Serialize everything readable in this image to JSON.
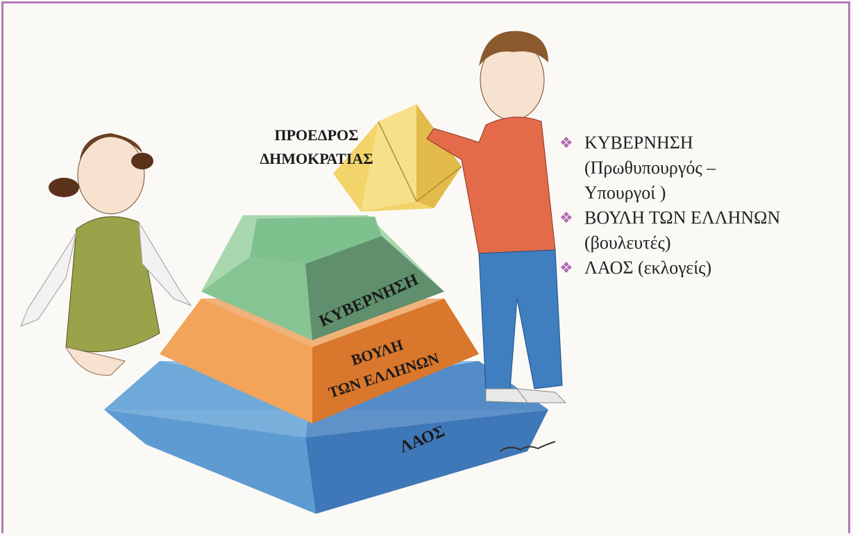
{
  "top_label": {
    "line1": "ΠΡΟΕΔΡΟΣ",
    "line2": "ΔΗΜΟΚΡΑΤΙΑΣ"
  },
  "pyramid": {
    "tier_top": "ΚΥΒΕΡΝΗΣΗ",
    "tier_middle_line1": "ΒΟΥΛΗ",
    "tier_middle_line2": "ΤΩΝ ΕΛΛΗΝΩΝ",
    "tier_bottom": "ΛΑΟΣ"
  },
  "legend": {
    "bullet_icon": "diamond-bullet-icon",
    "bullet_color": "#b06ab4",
    "items": [
      {
        "text": "ΚΥΒΕΡΝΗΣΗ\n(Πρωθυπουργός –\nΥπουργοί )"
      },
      {
        "text": "ΒΟΥΛΗ ΤΩΝ ΕΛΛΗΝΩΝ\n(βουλευτές)"
      },
      {
        "text": "ΛΑΟΣ (εκλογείς)"
      }
    ]
  },
  "colors": {
    "frame": "#b07ab6",
    "tier_top": "#7fc08f",
    "tier_middle": "#e8944a",
    "tier_bottom": "#4f8fc9",
    "box": "#f2d46a"
  }
}
